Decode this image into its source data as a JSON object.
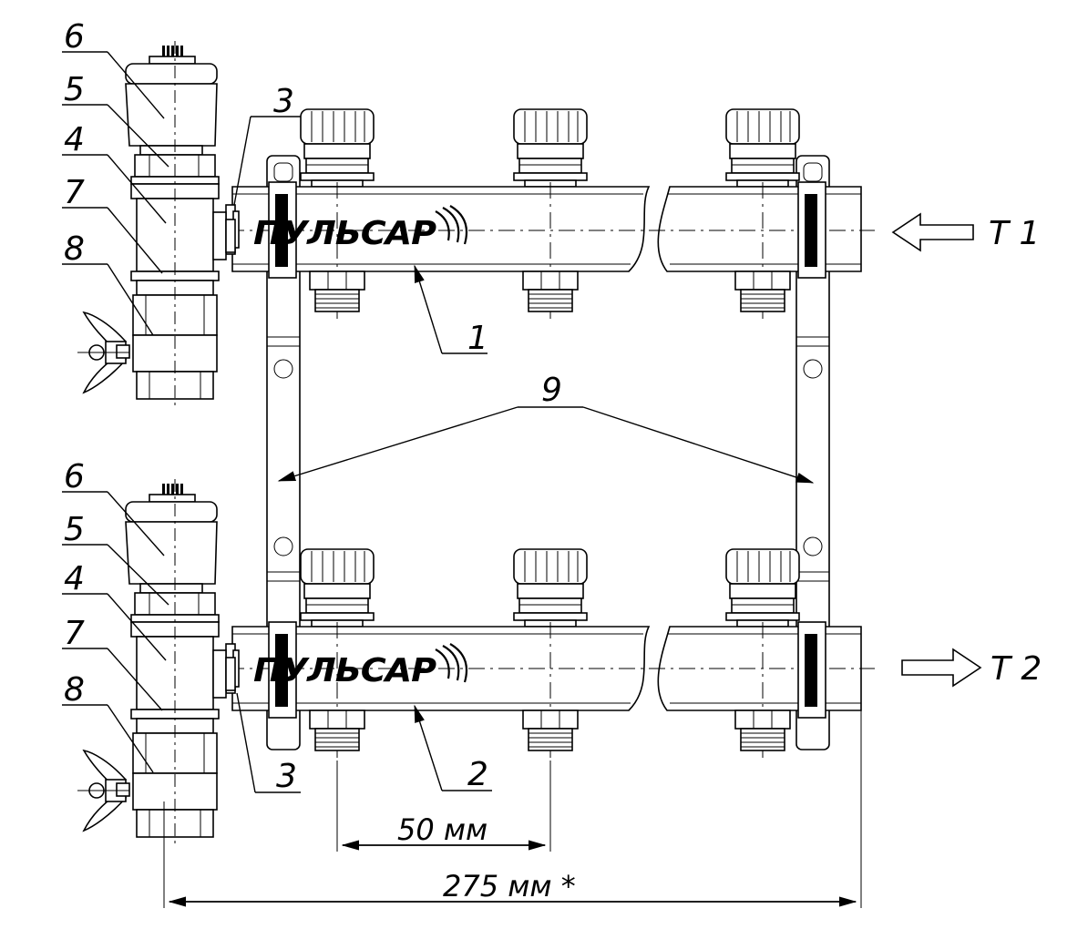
{
  "callouts": {
    "n1": "1",
    "n2": "2",
    "n3": "3",
    "n4": "4",
    "n5": "5",
    "n6": "6",
    "n7": "7",
    "n8": "8",
    "n9": "9"
  },
  "flow": {
    "supply": "T 1",
    "return": "T 2"
  },
  "brand": "ПУЛЬСАР",
  "dimensions": {
    "spacing": "50 мм",
    "total": "275 мм *"
  }
}
